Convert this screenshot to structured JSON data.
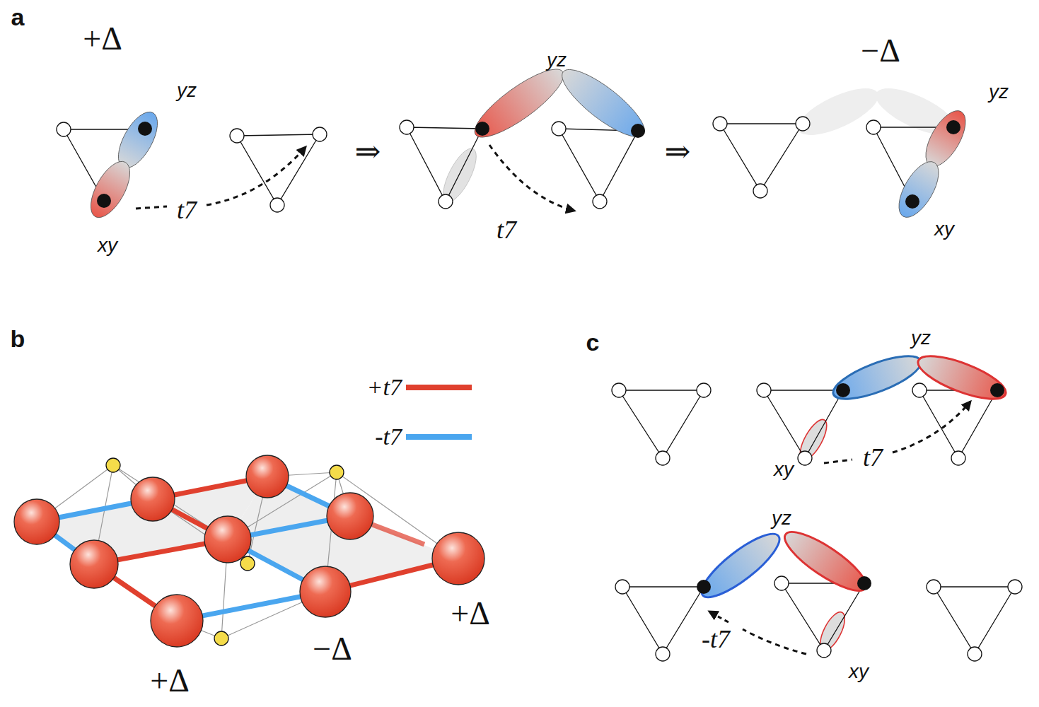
{
  "diagram": {
    "labels": [
      "a",
      "+Δ",
      "yz",
      "xy",
      "t7",
      "⇒",
      "yz",
      "t7",
      "⇒",
      "−Δ",
      "yz",
      "xy",
      "b",
      "+Δ",
      "−Δ",
      "+Δ",
      "c",
      "yz",
      "xy",
      "t7",
      "yz",
      "-t7",
      "xy"
    ],
    "legend": [
      {
        "text": "+t7",
        "color": "#e0402e"
      },
      {
        "text": "-t7",
        "color": "#4aa6ef"
      }
    ]
  }
}
